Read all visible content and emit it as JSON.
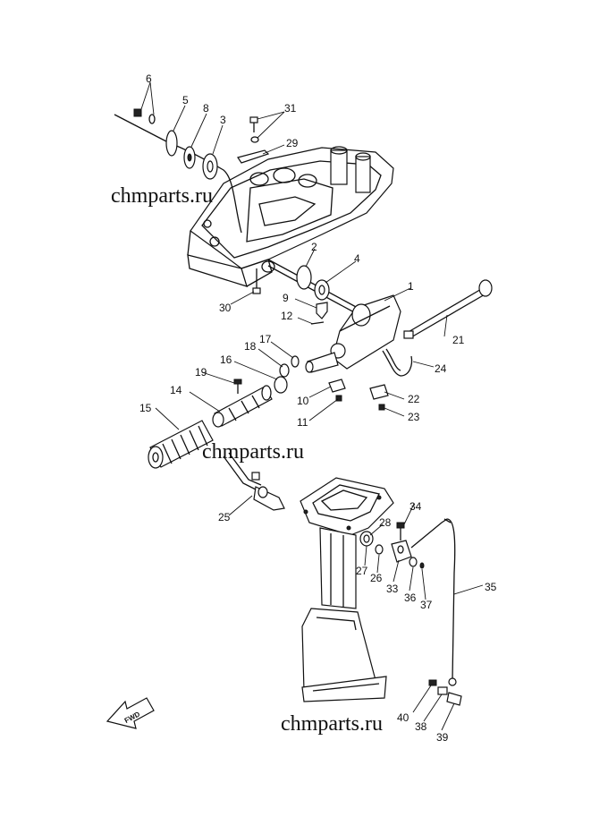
{
  "watermarks": [
    {
      "id": "wm1",
      "text": "chmparts.ru"
    },
    {
      "id": "wm2",
      "text": "chmparts.ru"
    },
    {
      "id": "wm3",
      "text": "chmparts.ru"
    }
  ],
  "fwd_label": "FWD",
  "callouts": [
    "1",
    "2",
    "3",
    "4",
    "5",
    "6",
    "8",
    "9",
    "10",
    "11",
    "12",
    "14",
    "15",
    "16",
    "17",
    "18",
    "19",
    "21",
    "22",
    "23",
    "24",
    "25",
    "26",
    "27",
    "28",
    "29",
    "30",
    "31",
    "33",
    "34",
    "35",
    "36",
    "37",
    "38",
    "39",
    "40"
  ]
}
